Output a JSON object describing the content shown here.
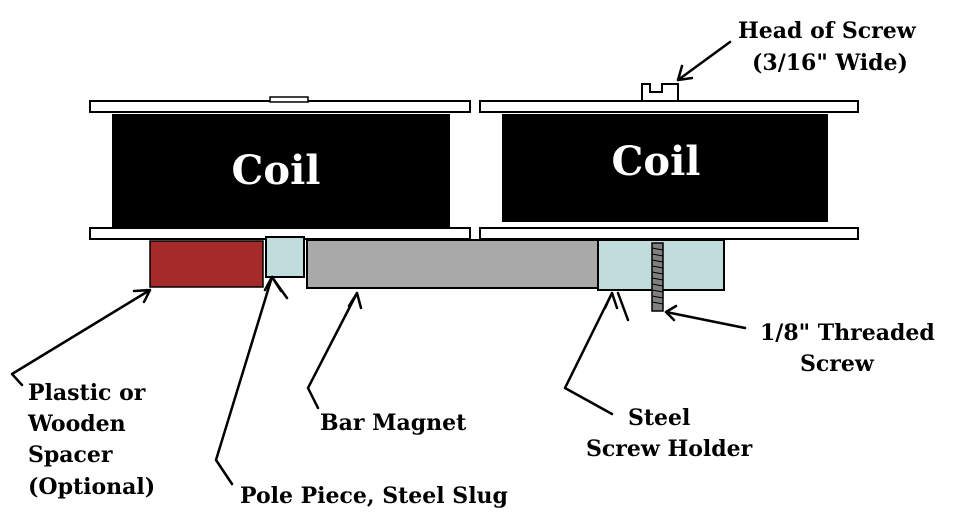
{
  "coils": {
    "left": "Coil",
    "right": "Coil"
  },
  "labels": {
    "head_of_screw_line1": "Head of Screw",
    "head_of_screw_line2": "(3/16\" Wide)",
    "threaded_screw_line1": "1/8\" Threaded",
    "threaded_screw_line2": "Screw",
    "spacer_line1": "Plastic or",
    "spacer_line2": "Wooden",
    "spacer_line3": "Spacer",
    "spacer_line4": "(Optional)",
    "pole_piece": "Pole Piece, Steel Slug",
    "bar_magnet": "Bar Magnet",
    "screw_holder_line1": "Steel",
    "screw_holder_line2": "Screw Holder"
  },
  "colors": {
    "coil_body": "#000000",
    "flange": "#ffffff",
    "spacer": "#a52a2a",
    "pole_piece": "#c0dcdc",
    "bar_magnet": "#a9a9a9",
    "screw_holder": "#c0dcdc",
    "screw": "#808080"
  }
}
